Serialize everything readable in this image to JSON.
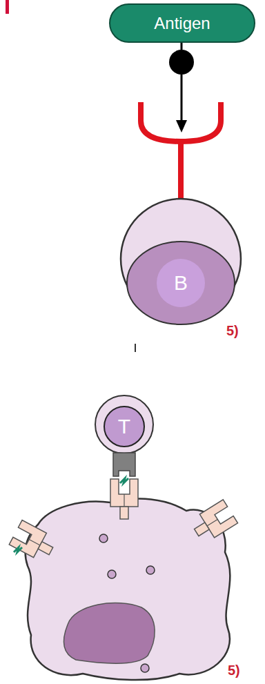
{
  "diagram": {
    "nodes": [
      {
        "text": [
          "Antigen"
        ]
      },
      {
        "text": [
          "B"
        ]
      },
      {
        "text": [
          "T"
        ]
      }
    ],
    "labels": [
      "5)",
      "5)"
    ]
  }
}
